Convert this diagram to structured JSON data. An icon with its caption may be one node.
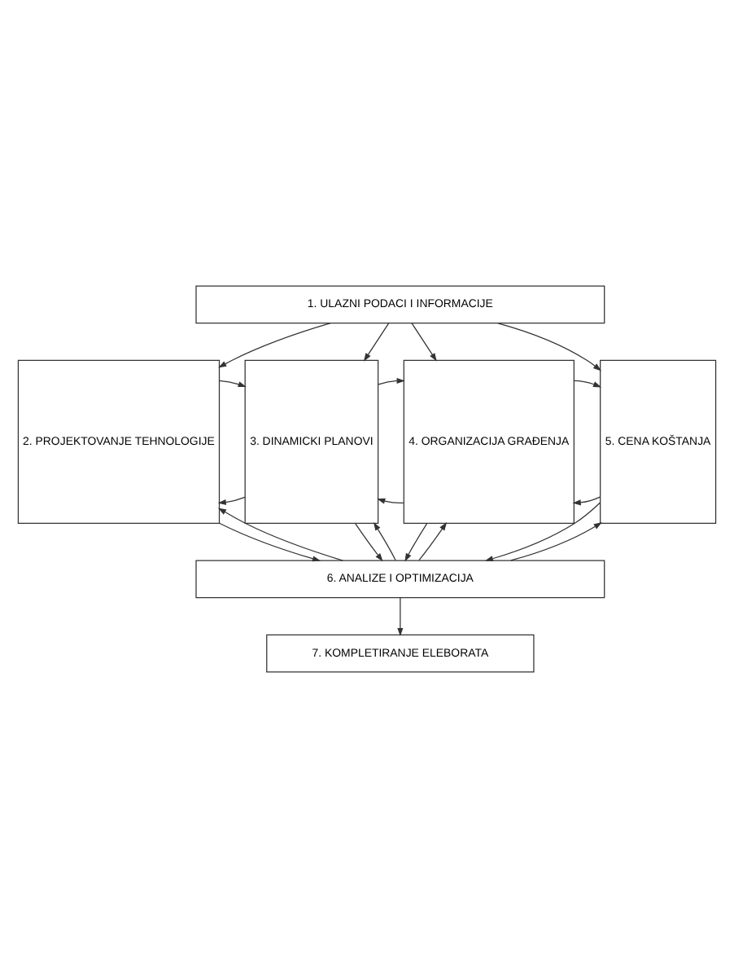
{
  "diagram": {
    "nodes": [
      {
        "text": [
          "1. ULAZNI PODACI I INFORMACIJE"
        ]
      },
      {
        "text": [
          "2. PROJEKTOVANJE TEHNOLOGIJE"
        ]
      },
      {
        "text": [
          "3. DINAMICKI PLANOVI"
        ]
      },
      {
        "text": [
          "4. ORGANIZACIJA GRAĐENJA"
        ]
      },
      {
        "text": [
          "5. CENA KOŠTANJA"
        ]
      },
      {
        "text": [
          "6. ANALIZE I OPTIMIZACIJA"
        ]
      },
      {
        "text": [
          "7. KOMPLETIRANJE ELEBORATA"
        ]
      }
    ],
    "edges": [
      {
        "from": 0,
        "to": 1,
        "arrow": "to"
      },
      {
        "from": 0,
        "to": 2,
        "arrow": "to"
      },
      {
        "from": 0,
        "to": 3,
        "arrow": "to"
      },
      {
        "from": 0,
        "to": 4,
        "arrow": "to"
      },
      {
        "from": 2,
        "to": 1,
        "arrow": "to"
      },
      {
        "from": 1,
        "to": 2,
        "arrow": "to"
      },
      {
        "from": 3,
        "to": 2,
        "arrow": "to"
      },
      {
        "from": 2,
        "to": 3,
        "arrow": "to"
      },
      {
        "from": 4,
        "to": 3,
        "arrow": "to"
      },
      {
        "from": 3,
        "to": 4,
        "arrow": "to"
      },
      {
        "from": 1,
        "to": 5,
        "arrow": "to"
      },
      {
        "from": 5,
        "to": 1,
        "arrow": "to"
      },
      {
        "from": 2,
        "to": 5,
        "arrow": "to"
      },
      {
        "from": 5,
        "to": 2,
        "arrow": "to"
      },
      {
        "from": 3,
        "to": 5,
        "arrow": "to"
      },
      {
        "from": 5,
        "to": 3,
        "arrow": "to"
      },
      {
        "from": 4,
        "to": 5,
        "arrow": "to"
      },
      {
        "from": 5,
        "to": 4,
        "arrow": "to"
      },
      {
        "from": 5,
        "to": 6,
        "arrow": "to"
      }
    ]
  }
}
